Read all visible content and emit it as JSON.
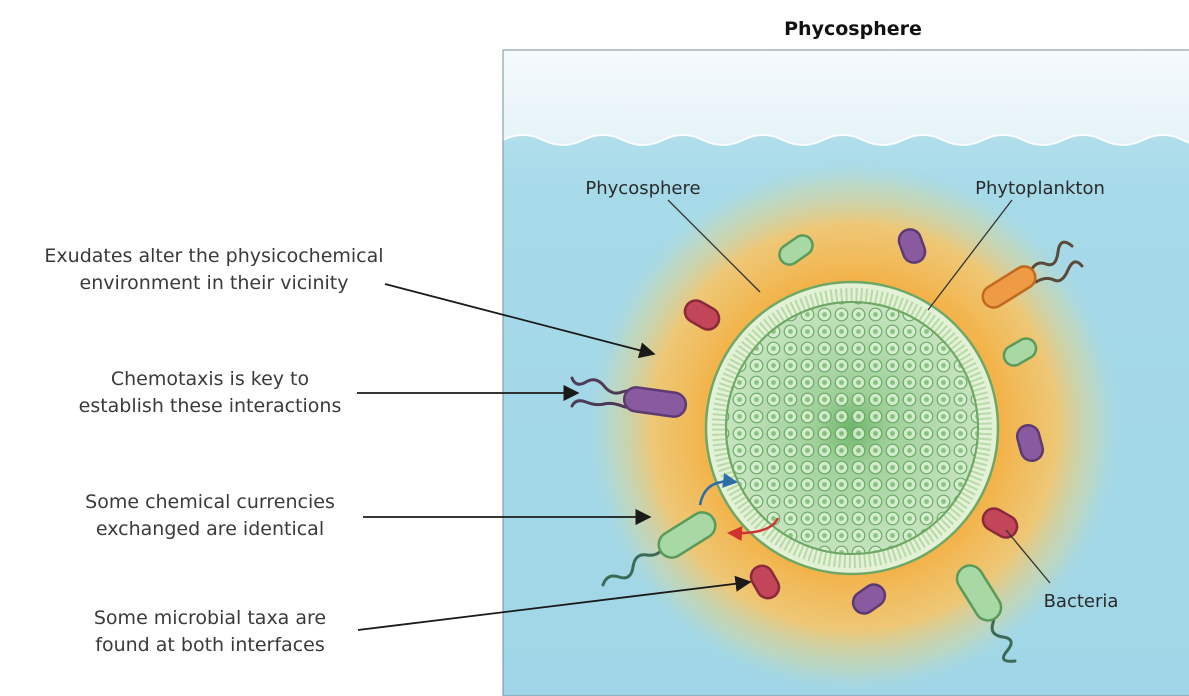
{
  "title": "Phycosphere",
  "labels": {
    "phycosphere": "Phycosphere",
    "phytoplankton": "Phytoplankton",
    "bacteria": "Bacteria"
  },
  "notes": [
    {
      "line1": "Exudates alter the physicochemical",
      "line2": "environment in their vicinity"
    },
    {
      "line1": "Chemotaxis is key to",
      "line2": "establish these interactions"
    },
    {
      "line1": "Some chemical currencies",
      "line2": "exchanged are identical"
    },
    {
      "line1": "Some microbial taxa are",
      "line2": "found at both interfaces"
    }
  ],
  "colors": {
    "water": "#8ecde0",
    "halo": "#f3b34a",
    "cell": "#c9e3c1",
    "bacteria_green": "#a8d8a4",
    "bacteria_purple": "#8a5aa0",
    "bacteria_red": "#c2455a",
    "bacteria_orange": "#ef9a45"
  }
}
